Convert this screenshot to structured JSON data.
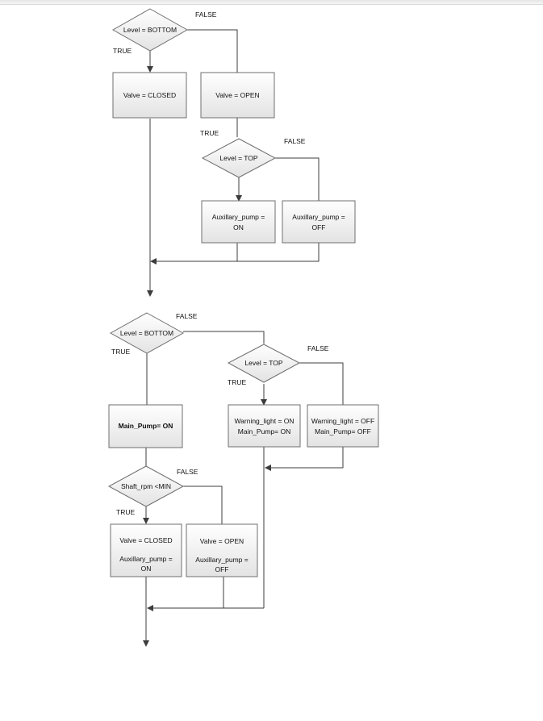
{
  "colors": {
    "shape_fill_top": "#ffffff",
    "shape_fill_bottom": "#e3e3e3",
    "stroke": "#3c3c3c"
  },
  "labels": {
    "true": "TRUE",
    "false": "FALSE"
  },
  "flow1": {
    "d1": "Level = BOTTOM",
    "b1": "Valve = CLOSED",
    "b2": "Valve = OPEN",
    "d2": "Level = TOP",
    "b3": [
      "Auxillary_pump =",
      "ON"
    ],
    "b4": [
      "Auxillary_pump =",
      "OFF"
    ]
  },
  "flow2": {
    "d1": "Level = BOTTOM",
    "d2": "Level = TOP",
    "b1": "Main_Pump= ON",
    "b2": [
      "Warning_light = ON",
      "Main_Pump= ON"
    ],
    "b3": [
      "Warning_light = OFF",
      "Main_Pump= OFF"
    ],
    "d3": "Shaft_rpm <MIN",
    "b4": [
      "Valve = CLOSED",
      "",
      "Auxillary_pump =",
      "ON"
    ],
    "b5": [
      "Valve = OPEN",
      "",
      "Auxillary_pump =",
      "OFF"
    ]
  }
}
